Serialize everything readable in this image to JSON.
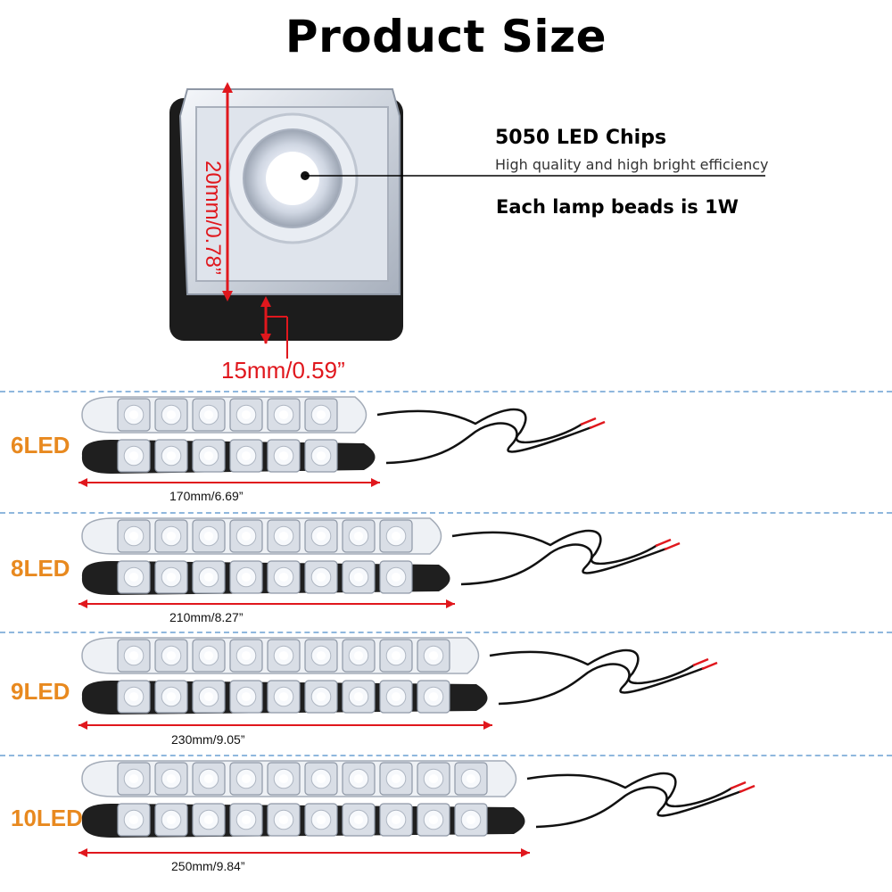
{
  "title": "Product Size",
  "detail": {
    "chip_title": "5050 LED Chips",
    "chip_subtitle": "High quality and high bright efficiency",
    "power_text": "Each lamp beads is 1W",
    "height_label": "20mm/0.78”",
    "depth_label": "15mm/0.59”"
  },
  "variants": [
    {
      "label": "6LED",
      "beads": 6,
      "dimension": "170mm/6.69”"
    },
    {
      "label": "8LED",
      "beads": 8,
      "dimension": "210mm/8.27”"
    },
    {
      "label": "9LED",
      "beads": 9,
      "dimension": "230mm/9.05”"
    },
    {
      "label": "10LED",
      "beads": 10,
      "dimension": "250mm/9.84”"
    }
  ],
  "colors": {
    "accent_red": "#e0171d",
    "label_orange": "#e8891f",
    "divider_blue": "#8fb7dd",
    "housing_black": "#1f1f1f"
  }
}
